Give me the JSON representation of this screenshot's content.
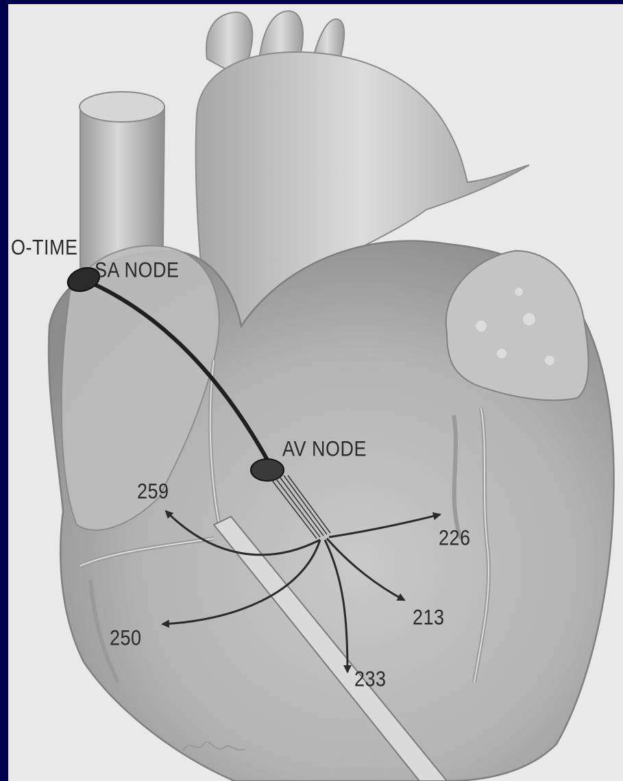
{
  "labels": {
    "o_time": "O-TIME",
    "sa_node": "SA NODE",
    "av_node": "AV NODE",
    "t259": "259",
    "t226": "226",
    "t213": "213",
    "t250": "250",
    "t233": "233"
  },
  "colors": {
    "frame": "#00004d",
    "paper": "#e9e9e9",
    "ink": "#2a2a2a"
  }
}
